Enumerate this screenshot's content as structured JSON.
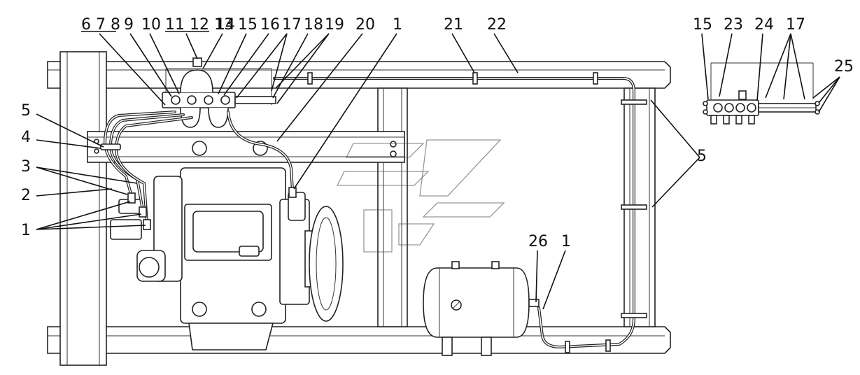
{
  "figure": {
    "callouts": [
      {
        "id": "c-6-7-8",
        "text": "6 7 8",
        "underline": true
      },
      {
        "id": "c-9",
        "text": "9"
      },
      {
        "id": "c-10",
        "text": "10"
      },
      {
        "id": "c-11-12-13",
        "text": "11 12 13",
        "underline": true
      },
      {
        "id": "c-14",
        "text": "14"
      },
      {
        "id": "c-15-top",
        "text": "15"
      },
      {
        "id": "c-16",
        "text": "16"
      },
      {
        "id": "c-17-top",
        "text": "17"
      },
      {
        "id": "c-18",
        "text": "18"
      },
      {
        "id": "c-19",
        "text": "19"
      },
      {
        "id": "c-20",
        "text": "20"
      },
      {
        "id": "c-1-top",
        "text": "1"
      },
      {
        "id": "c-21",
        "text": "21"
      },
      {
        "id": "c-22",
        "text": "22"
      },
      {
        "id": "c-5-left",
        "text": "5"
      },
      {
        "id": "c-4",
        "text": "4"
      },
      {
        "id": "c-3",
        "text": "3"
      },
      {
        "id": "c-2",
        "text": "2"
      },
      {
        "id": "c-1-left",
        "text": "1"
      },
      {
        "id": "c-26",
        "text": "26"
      },
      {
        "id": "c-1-right",
        "text": "1"
      },
      {
        "id": "c-5-right",
        "text": "5"
      },
      {
        "id": "c-15-inset",
        "text": "15"
      },
      {
        "id": "c-23",
        "text": "23"
      },
      {
        "id": "c-24",
        "text": "24"
      },
      {
        "id": "c-17-inset",
        "text": "17"
      },
      {
        "id": "c-25",
        "text": "25"
      }
    ]
  }
}
